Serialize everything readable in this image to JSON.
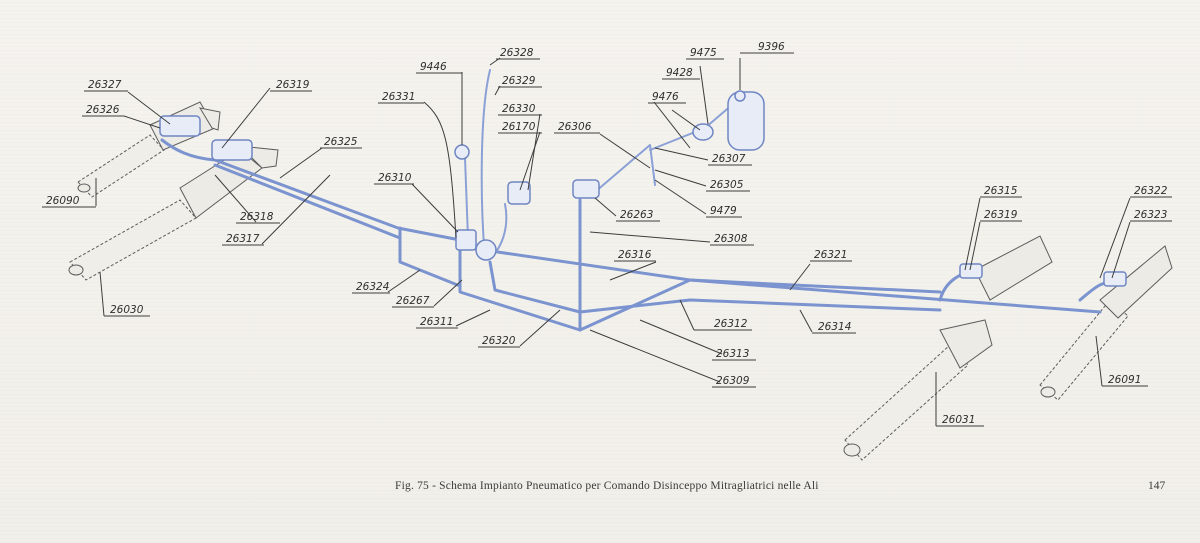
{
  "caption": "Fig. 75  - Schema Impianto Pneumatico per Comando Disinceppo Mitragliatrici nelle Ali",
  "page_number": "147",
  "labels": {
    "p26327": "26327",
    "p26326": "26326",
    "p26319a": "26319",
    "p26090": "26090",
    "p26318": "26318",
    "p26317": "26317",
    "p26325": "26325",
    "p26030": "26030",
    "p9446": "9446",
    "p26331": "26331",
    "p26328": "26328",
    "p26329": "26329",
    "p26330": "26330",
    "p26170": "26170",
    "p26310": "26310",
    "p26324": "26324",
    "p26267": "26267",
    "p26311": "26311",
    "p26320": "26320",
    "p9475": "9475",
    "p9396": "9396",
    "p9428": "9428",
    "p9476": "9476",
    "p26306": "26306",
    "p26307": "26307",
    "p26305": "26305",
    "p26263": "26263",
    "p9479": "9479",
    "p26308": "26308",
    "p26316": "26316",
    "p26321": "26321",
    "p26312": "26312",
    "p26313": "26313",
    "p26309": "26309",
    "p26314": "26314",
    "p26315": "26315",
    "p26319b": "26319",
    "p26322": "26322",
    "p26323": "26323",
    "p26031": "26031",
    "p26091": "26091"
  },
  "colors": {
    "pipe": "#7b93cf",
    "ink": "#2e2e2e",
    "paper": "#f3f1ec"
  }
}
